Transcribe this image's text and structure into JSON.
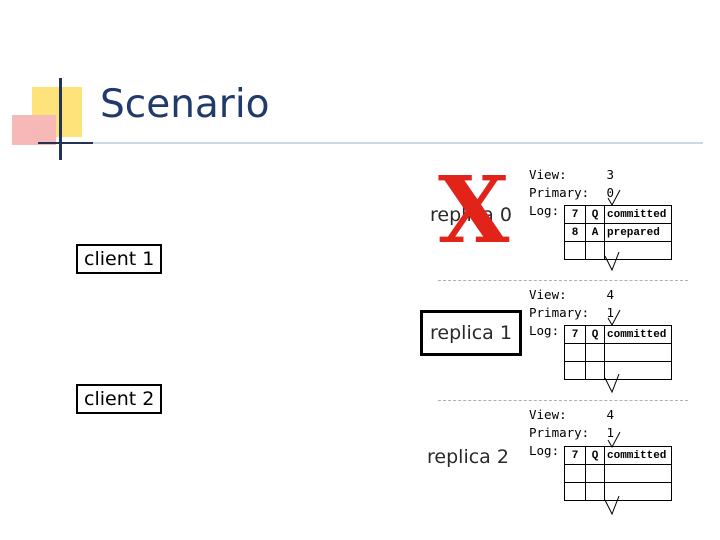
{
  "slide": {
    "title": "Scenario"
  },
  "clients": [
    {
      "label": "client 1"
    },
    {
      "label": "client 2"
    }
  ],
  "replicas": [
    {
      "label": "replica 0",
      "crashed": true,
      "crash_mark": "X",
      "state_labels": [
        "View:",
        "Primary:",
        "Log:"
      ],
      "view": "3",
      "primary": "0",
      "log": [
        {
          "seq": "7",
          "op": "Q",
          "status": "committed"
        },
        {
          "seq": "8",
          "op": "A",
          "status": "prepared"
        },
        {
          "seq": "",
          "op": "",
          "status": ""
        }
      ]
    },
    {
      "label": "replica 1",
      "crashed": false,
      "state_labels": [
        "View:",
        "Primary:",
        "Log:"
      ],
      "view": "4",
      "primary": "1",
      "log": [
        {
          "seq": "7",
          "op": "Q",
          "status": "committed"
        },
        {
          "seq": "",
          "op": "",
          "status": ""
        },
        {
          "seq": "",
          "op": "",
          "status": ""
        }
      ]
    },
    {
      "label": "replica 2",
      "crashed": false,
      "state_labels": [
        "View:",
        "Primary:",
        "Log:"
      ],
      "view": "4",
      "primary": "1",
      "log": [
        {
          "seq": "7",
          "op": "Q",
          "status": "committed"
        },
        {
          "seq": "",
          "op": "",
          "status": ""
        },
        {
          "seq": "",
          "op": "",
          "status": ""
        }
      ]
    }
  ],
  "colors": {
    "title": "#1f3a6b",
    "crash": "#e2231a",
    "accent_yellow": "#fde37a",
    "accent_pink": "#f7b8b8"
  }
}
